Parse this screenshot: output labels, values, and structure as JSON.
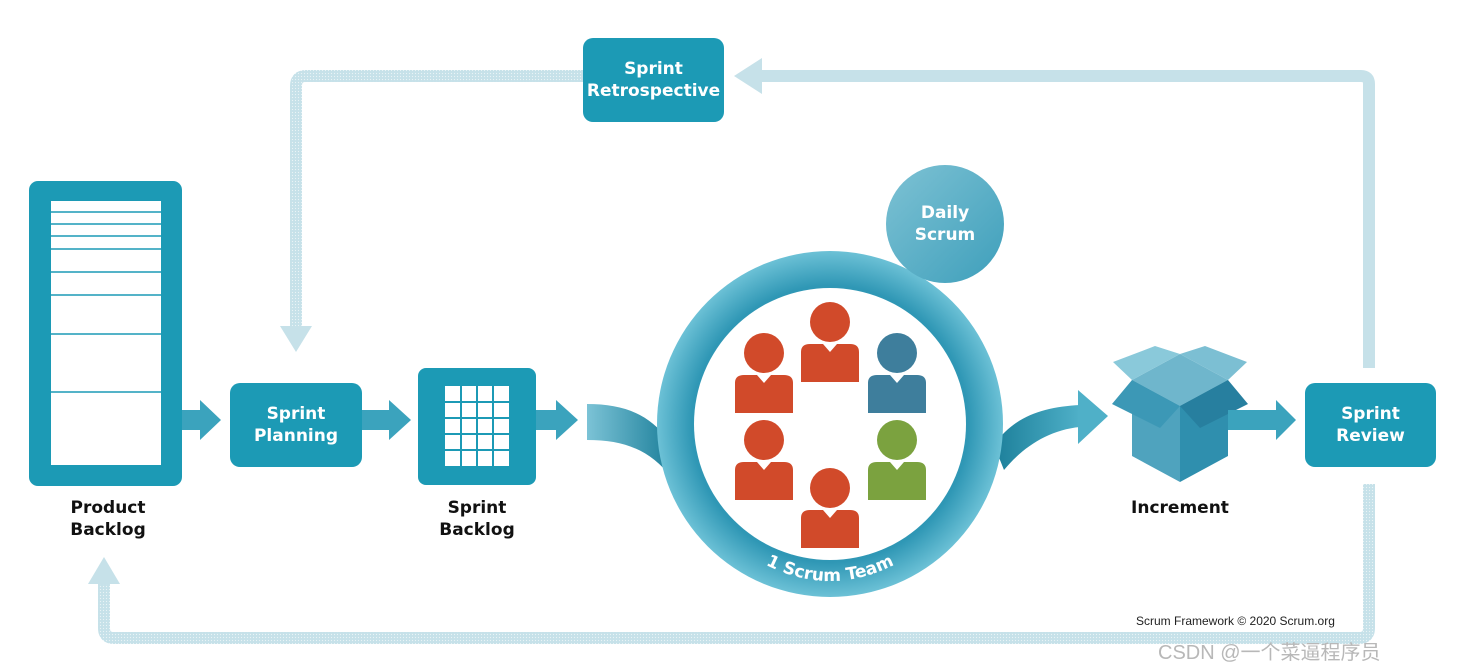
{
  "sprint_retrospective": "Sprint\nRetrospective",
  "daily_scrum": "Daily\nScrum",
  "sprint_planning": "Sprint\nPlanning",
  "sprint_review": "Sprint\nReview",
  "product_backlog": "Product\nBacklog",
  "sprint_backlog": "Sprint\nBacklog",
  "increment": "Increment",
  "scrum_team": "1 Scrum Team",
  "copyright": "Scrum Framework © 2020 Scrum.org",
  "watermark": "CSDN @一个菜逼程序员",
  "colors": {
    "teal": "#1c9ab5",
    "light_blue": "#c6e1e9",
    "orange": "#d14a2a",
    "green": "#7ba23f",
    "dark_blue": "#3e7e9c"
  }
}
